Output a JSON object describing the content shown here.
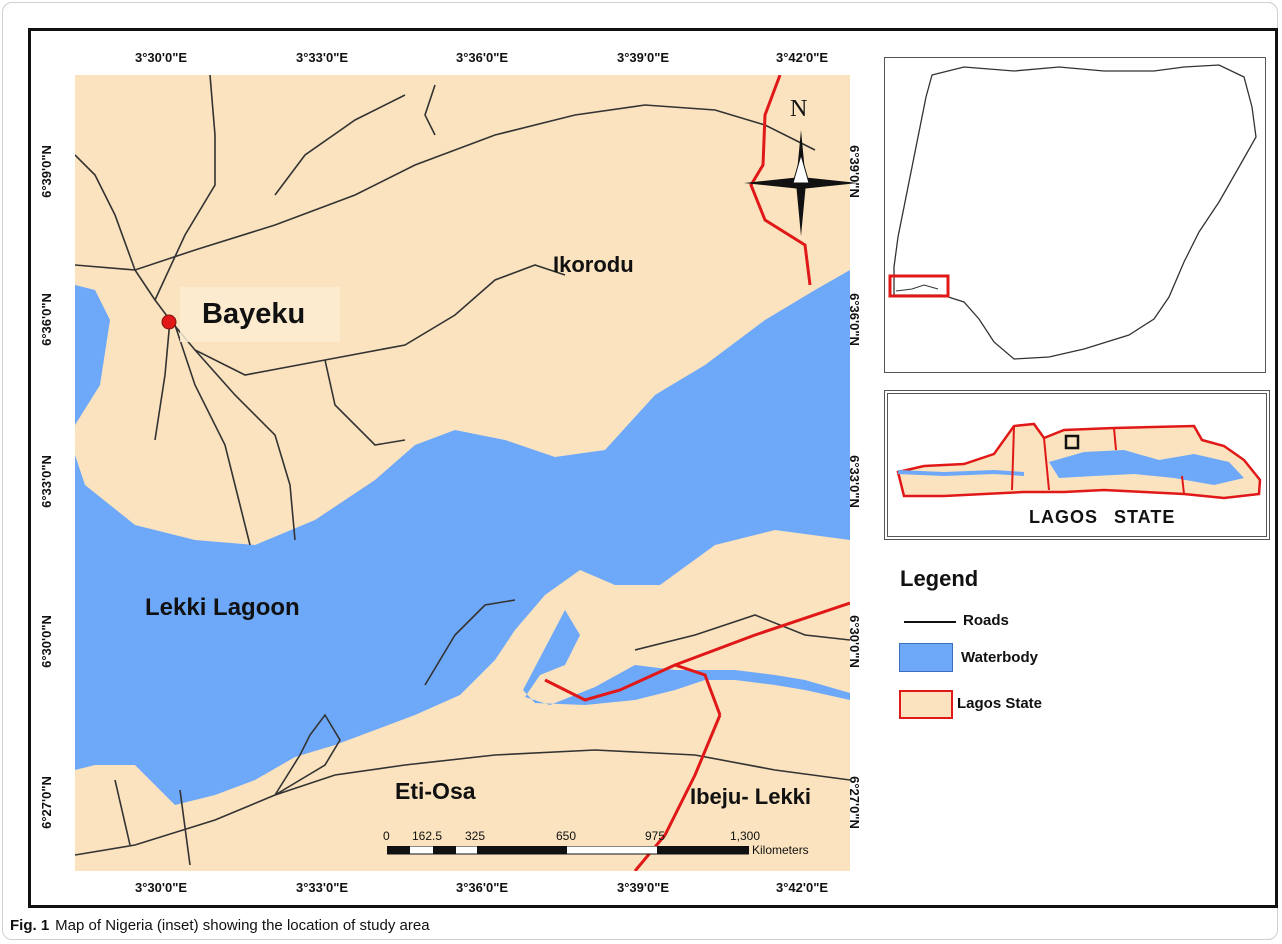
{
  "map": {
    "top_longitudes": [
      "3°30'0\"E",
      "3°33'0\"E",
      "3°36'0\"E",
      "3°39'0\"E",
      "3°42'0\"E"
    ],
    "bottom_longitudes": [
      "3°30'0\"E",
      "3°33'0\"E",
      "3°36'0\"E",
      "3°39'0\"E",
      "3°42'0\"E"
    ],
    "left_latitudes": [
      "6°39'0\"N",
      "6°36'0\"N",
      "6°33'0\"N",
      "6°30'0\"N",
      "6°27'0\"N"
    ],
    "right_latitudes": [
      "6°39'0\"N",
      "6°36'0\"N",
      "6°33'0\"N",
      "6°30'0\"N",
      "6°27'0\"N"
    ],
    "places": {
      "ikorodu": "Ikorodu",
      "bayeku": "Bayeku",
      "lekki_lagoon": "Lekki Lagoon",
      "eti_osa": "Eti-Osa",
      "ibeju_lekki": "Ibeju- Lekki"
    },
    "north_arrow": "N",
    "scale": {
      "ticks": [
        "0",
        "162.5",
        "325",
        "650",
        "975",
        "1,300"
      ],
      "unit": "Kilometers"
    },
    "colors": {
      "land": "#fae3be",
      "water": "#6ea8f8",
      "boundary": "#e01818",
      "road": "#333333"
    }
  },
  "inset_lagos": {
    "label": "LAGOS STATE"
  },
  "legend": {
    "title": "Legend",
    "items": [
      "Roads",
      "Waterbody",
      "Lagos State"
    ]
  },
  "caption": {
    "label": "Fig. 1",
    "text": "Map of Nigeria (inset) showing the location of study area"
  }
}
